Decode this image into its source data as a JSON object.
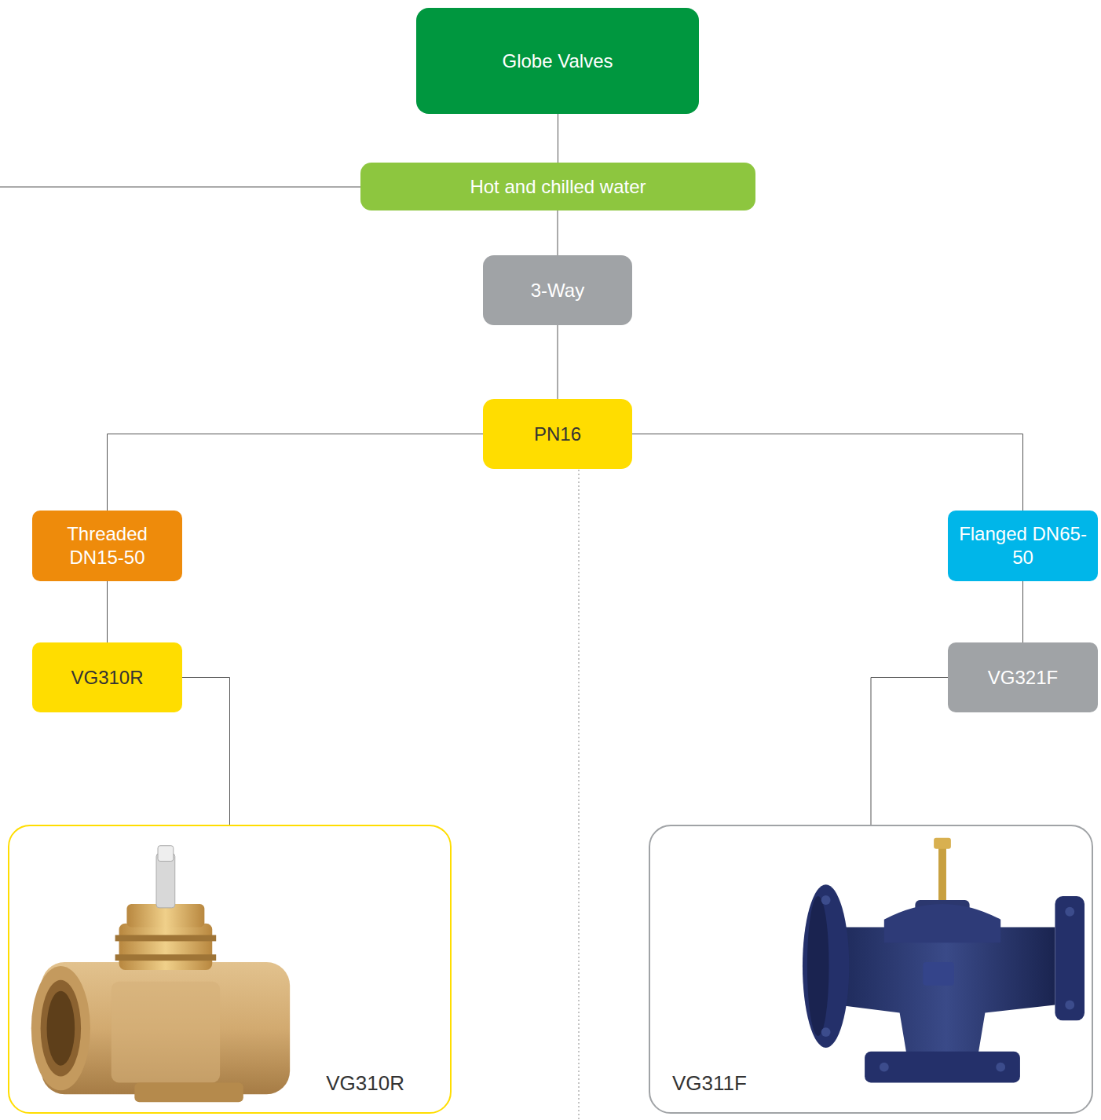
{
  "diagram": {
    "nodes": [
      {
        "text": [
          "Globe Valves"
        ]
      },
      {
        "text": [
          "Hot and chilled water"
        ]
      },
      {
        "text": [
          "3-Way"
        ]
      },
      {
        "text": [
          "PN16"
        ]
      },
      {
        "text": [
          "Threaded DN15-50"
        ]
      },
      {
        "text": [
          "Flanged DN65-50"
        ]
      },
      {
        "text": [
          "VG310R"
        ]
      },
      {
        "text": [
          "VG321F"
        ]
      },
      {
        "text": [
          "VG310R"
        ]
      },
      {
        "text": [
          "VG311F"
        ]
      }
    ],
    "edges": [
      {
        "from": 0,
        "to": 1,
        "arrow": "none"
      },
      {
        "from": 1,
        "to": 2,
        "arrow": "none"
      },
      {
        "from": 2,
        "to": 3,
        "arrow": "none"
      },
      {
        "from": 3,
        "to": 4,
        "arrow": "none"
      },
      {
        "from": 3,
        "to": 5,
        "arrow": "none"
      },
      {
        "from": 4,
        "to": 6,
        "arrow": "none"
      },
      {
        "from": 5,
        "to": 7,
        "arrow": "none"
      },
      {
        "from": 6,
        "to": 8,
        "arrow": "none"
      },
      {
        "from": 7,
        "to": 9,
        "arrow": "none"
      }
    ]
  }
}
